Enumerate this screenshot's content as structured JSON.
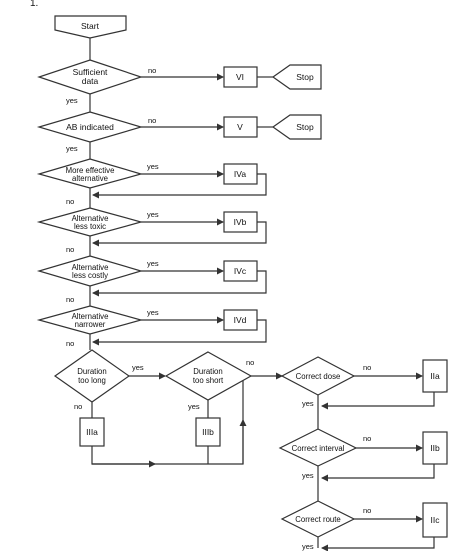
{
  "figure": {
    "corner_label": "1."
  },
  "nodes": {
    "start": "Start",
    "sufficient_data": [
      "Sufficient",
      "data"
    ],
    "ab_indicated": "AB indicated",
    "more_effective": [
      "More effective",
      "alternative"
    ],
    "less_toxic": [
      "Alternative",
      "less toxic"
    ],
    "less_costly": [
      "Alternative",
      "less costly"
    ],
    "narrower": [
      "Alternative",
      "narrower"
    ],
    "duration_long": [
      "Duration",
      "too long"
    ],
    "duration_short": [
      "Duration",
      "too short"
    ],
    "correct_dose": "Correct dose",
    "correct_interval": "Correct interval",
    "correct_route": "Correct route",
    "stop": "Stop",
    "cat_vi": "VI",
    "cat_v": "V",
    "cat_iva": "IVa",
    "cat_ivb": "IVb",
    "cat_ivc": "IVc",
    "cat_ivd": "IVd",
    "cat_iiia": "IIIa",
    "cat_iiib": "IIIb",
    "cat_iia": "IIa",
    "cat_iib": "IIb",
    "cat_iic": "IIc"
  },
  "edges": {
    "yes": "yes",
    "no": "no"
  }
}
